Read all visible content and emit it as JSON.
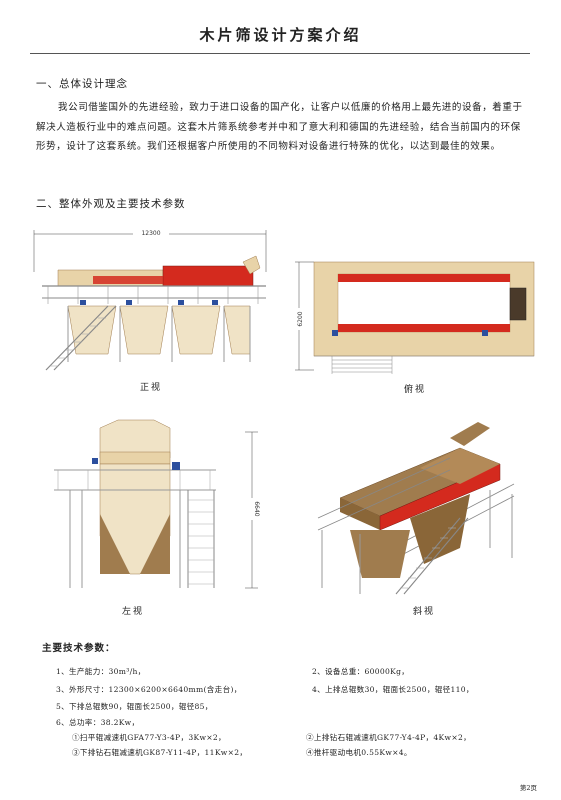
{
  "title": "木片筛设计方案介绍",
  "section1": {
    "heading": "一、总体设计理念",
    "body": "我公司借鉴国外的先进经验，致力于进口设备的国产化，让客户以低廉的价格用上最先进的设备，着重于解决人造板行业中的难点问题。这套木片筛系统参考并中和了意大利和德国的先进经验，结合当前国内的环保形势，设计了这套系统。我们还根据客户所使用的不同物料对设备进行特殊的优化，以达到最佳的效果。"
  },
  "section2": {
    "heading": "二、整体外观及主要技术参数",
    "views": {
      "front": {
        "caption": "正视",
        "dim": "12300"
      },
      "top": {
        "caption": "俯视",
        "dim": "6200"
      },
      "side": {
        "caption": "左视",
        "dim": "6640"
      },
      "iso": {
        "caption": "斜视"
      }
    }
  },
  "specs": {
    "title": "主要技术参数：",
    "items": [
      "1、生产能力：30m³/h，",
      "2、设备总重：60000Kg，",
      "3、外形尺寸：12300×6200×6640mm(含走台)，",
      "4、上排总辊数30，辊面长2500，辊径110，",
      "5、下排总辊数90，辊面长2500，辊径85，",
      "6、总功率：38.2Kw，",
      "①扫平辊减速机GFA77-Y3-4P，3Kw×2，",
      "②上排钻石辊减速机GK77-Y4-4P，4Kw×2，",
      "③下排钻石辊减速机GK87-Y11-4P，11Kw×2，",
      "④推杆驱动电机0.55Kw×4。"
    ]
  },
  "page_number": "第2页",
  "colors": {
    "tan": "#e8d3a8",
    "red": "#d42a1e",
    "steel": "#c9c2b0",
    "brown": "#a07c4e"
  }
}
